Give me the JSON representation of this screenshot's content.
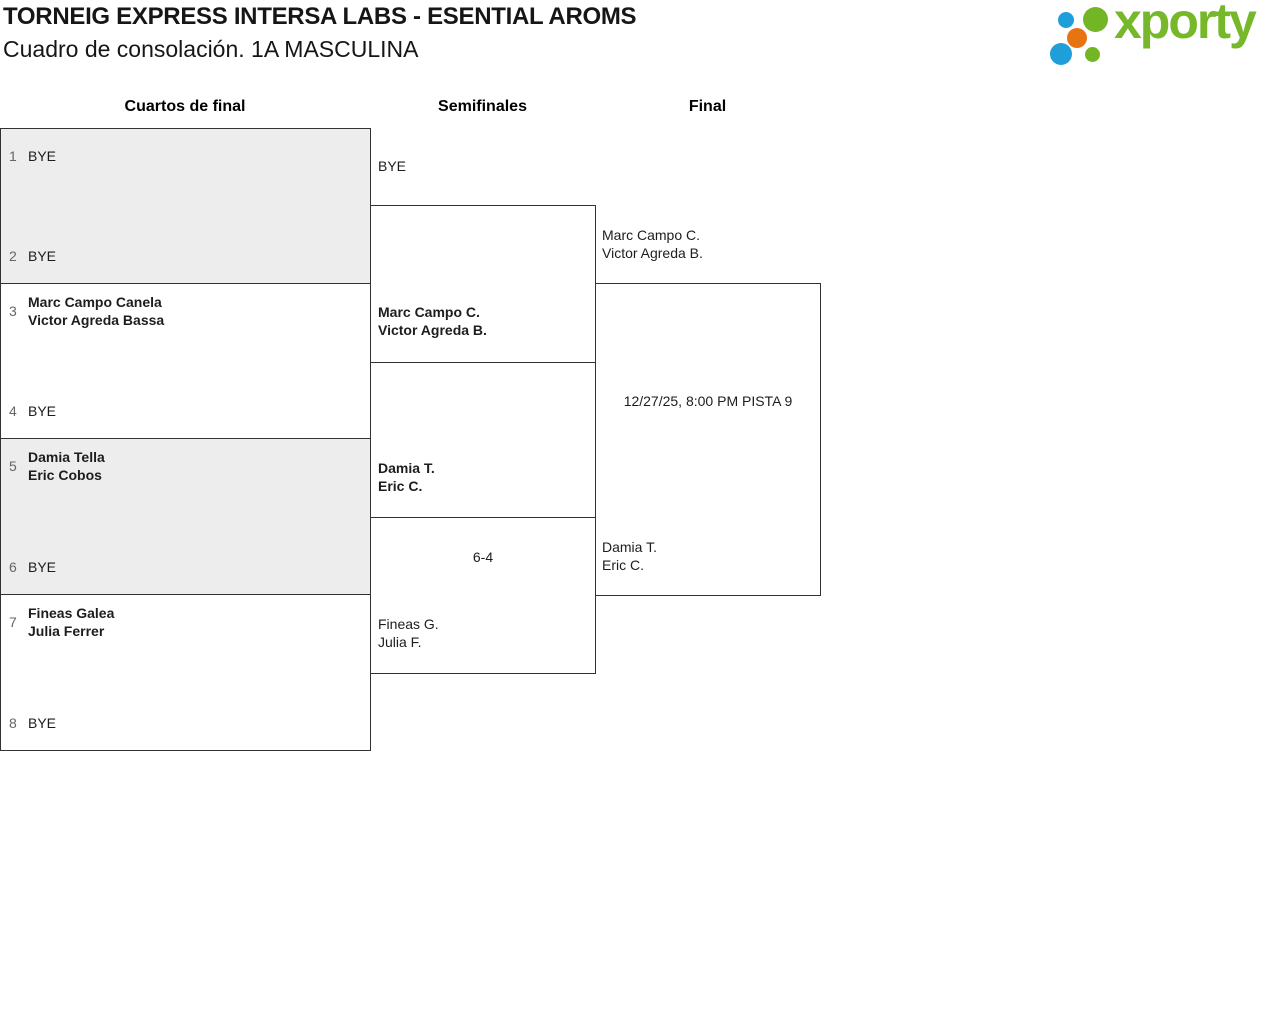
{
  "header": {
    "title": "TORNEIG EXPRESS INTERSA LABS - ESENTIAL AROMS",
    "subtitle": "Cuadro de consolación. 1A MASCULINA",
    "logo_text": "xporty",
    "logo_colors": {
      "green": "#76b82a",
      "blue": "#1e9fda",
      "orange": "#e87411"
    }
  },
  "bracket": {
    "rounds": [
      {
        "label": "Cuartos de final"
      },
      {
        "label": "Semifinales"
      },
      {
        "label": "Final"
      }
    ],
    "quarterfinals": [
      {
        "shaded": true,
        "top": {
          "seed": "1",
          "names": [
            "BYE"
          ],
          "winner": false
        },
        "bottom": {
          "seed": "2",
          "names": [
            "BYE"
          ],
          "winner": false
        }
      },
      {
        "shaded": false,
        "top": {
          "seed": "3",
          "names": [
            "Marc Campo Canela",
            "Victor Agreda Bassa"
          ],
          "winner": true
        },
        "bottom": {
          "seed": "4",
          "names": [
            "BYE"
          ],
          "winner": false
        }
      },
      {
        "shaded": true,
        "top": {
          "seed": "5",
          "names": [
            "Damia Tella",
            "Eric Cobos"
          ],
          "winner": true
        },
        "bottom": {
          "seed": "6",
          "names": [
            "BYE"
          ],
          "winner": false
        }
      },
      {
        "shaded": false,
        "top": {
          "seed": "7",
          "names": [
            "Fineas Galea",
            "Julia Ferrer"
          ],
          "winner": true
        },
        "bottom": {
          "seed": "8",
          "names": [
            "BYE"
          ],
          "winner": false
        }
      }
    ],
    "semifinals": [
      {
        "top": {
          "names": [
            "BYE"
          ],
          "winner": false
        },
        "bottom": {
          "names": [
            "Marc Campo C.",
            "Victor Agreda B."
          ],
          "winner": true
        },
        "score": ""
      },
      {
        "top": {
          "names": [
            "Damia T.",
            "Eric C."
          ],
          "winner": true
        },
        "bottom": {
          "names": [
            "Fineas G.",
            "Julia F."
          ],
          "winner": false
        },
        "score": "6-4"
      }
    ],
    "final": {
      "top": {
        "names": [
          "Marc Campo C.",
          "Victor Agreda B."
        ],
        "winner": false
      },
      "bottom": {
        "names": [
          "Damia T.",
          "Eric C."
        ],
        "winner": false
      },
      "schedule": "12/27/25, 8:00 PM PISTA 9"
    }
  }
}
